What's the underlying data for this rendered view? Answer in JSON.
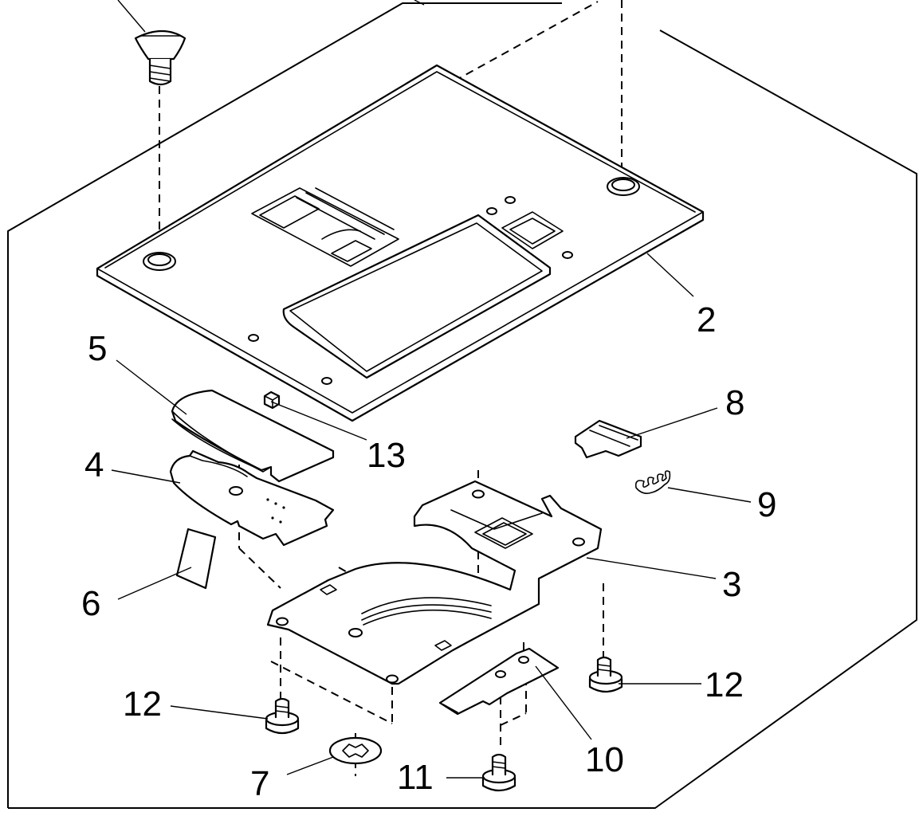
{
  "callouts": {
    "c2": "2",
    "c3": "3",
    "c4": "4",
    "c5": "5",
    "c6": "6",
    "c7": "7",
    "c8": "8",
    "c9": "9",
    "c10": "10",
    "c11": "11",
    "c12a": "12",
    "c12b": "12",
    "c13": "13"
  }
}
